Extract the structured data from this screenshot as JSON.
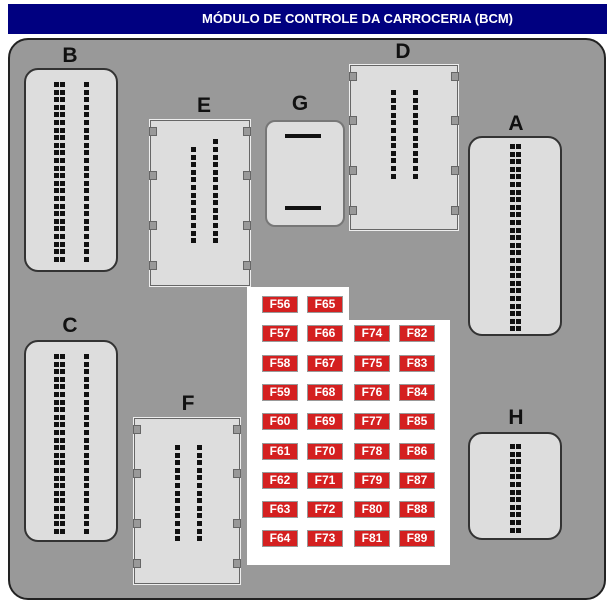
{
  "header": {
    "title": "MÓDULO DE CONTROLE DA CARROCERIA (BCM)"
  },
  "connectors": {
    "A": "A",
    "B": "B",
    "C": "C",
    "D": "D",
    "E": "E",
    "F": "F",
    "G": "G",
    "H": "H"
  },
  "fuses": [
    [
      "F56",
      "F57",
      "F58",
      "F59",
      "F60",
      "F61",
      "F62",
      "F63",
      "F64"
    ],
    [
      "F65",
      "F66",
      "F67",
      "F68",
      "F69",
      "F70",
      "F71",
      "F72",
      "F73"
    ],
    [
      null,
      "F74",
      "F75",
      "F76",
      "F77",
      "F78",
      "F79",
      "F80",
      "F81"
    ],
    [
      null,
      "F82",
      "F83",
      "F84",
      "F85",
      "F86",
      "F87",
      "F88",
      "F89"
    ]
  ],
  "colors": {
    "header": "#000080",
    "fuse": "#d42020",
    "panel": "#999999"
  }
}
